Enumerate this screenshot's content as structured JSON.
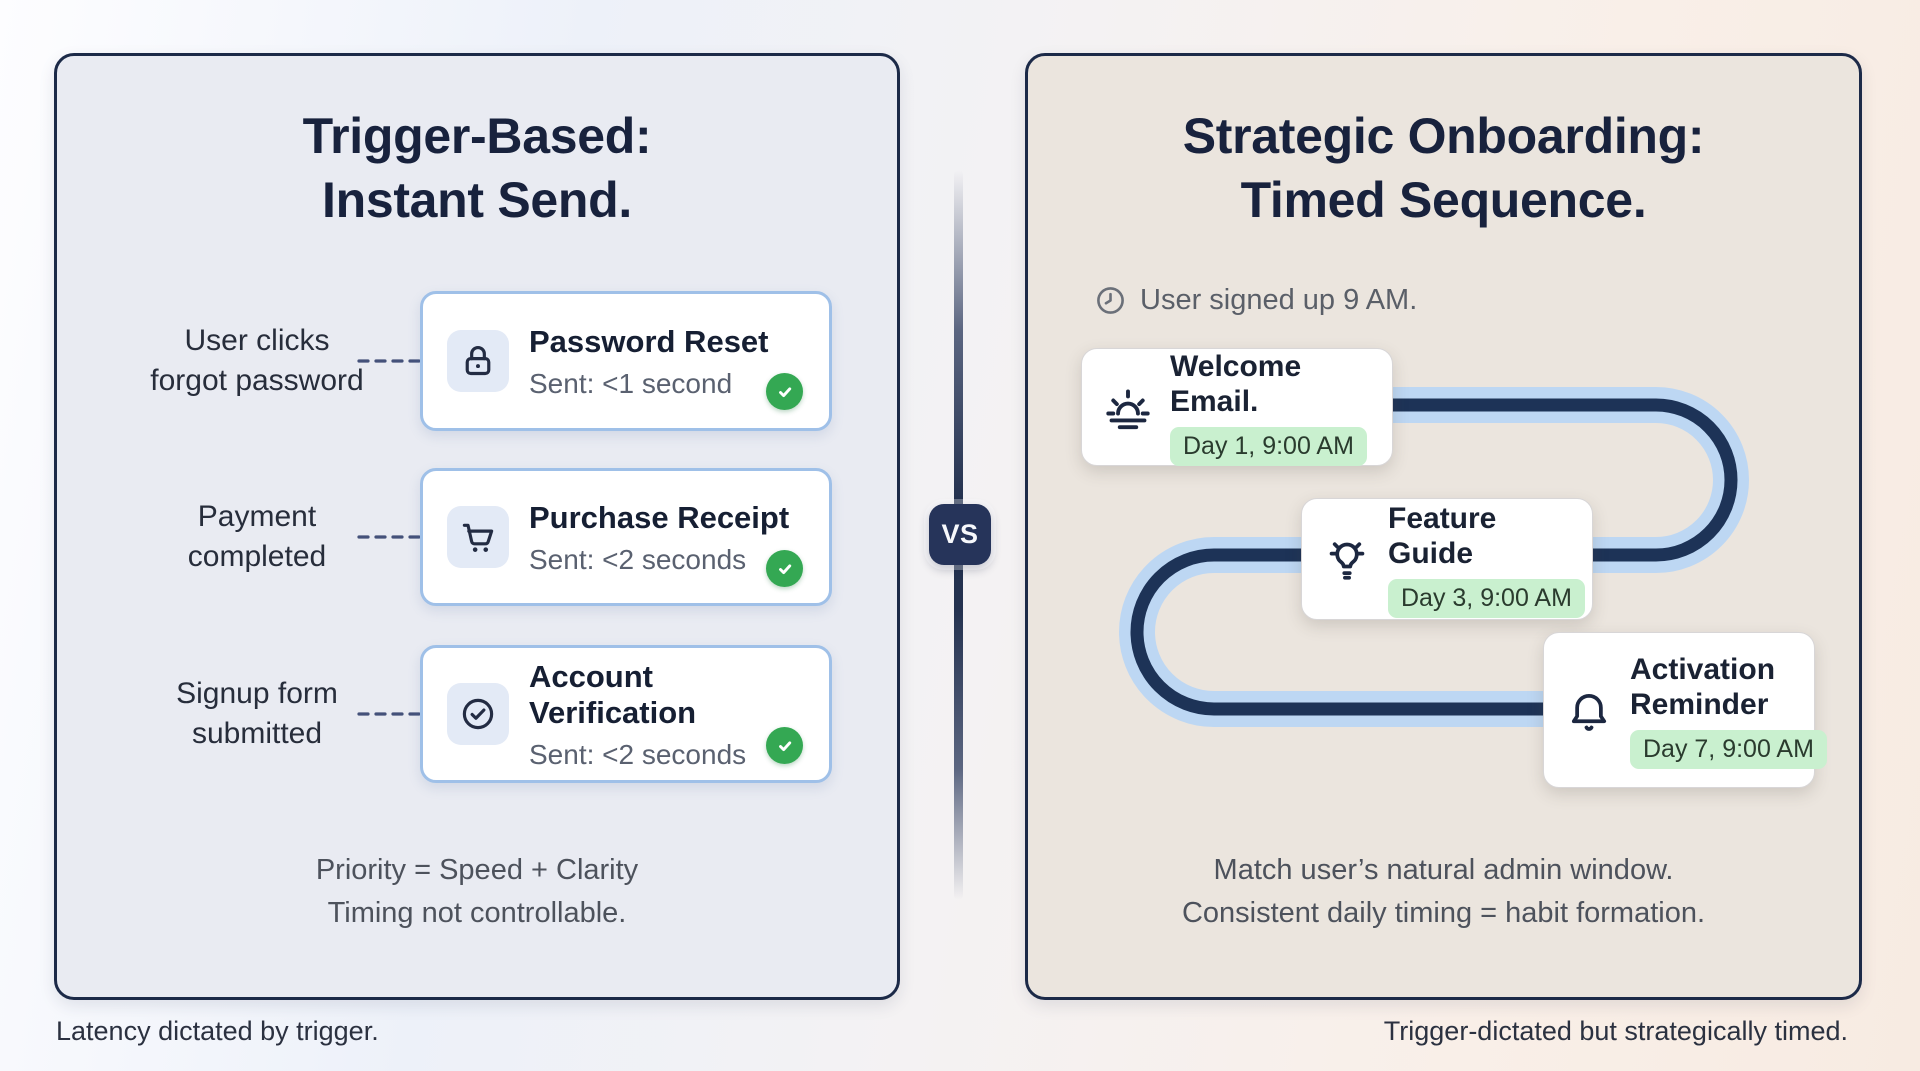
{
  "left_panel": {
    "title_line1": "Trigger-Based:",
    "title_line2": "Instant Send.",
    "rows": [
      {
        "trigger_line1": "User clicks",
        "trigger_line2": "forgot password",
        "icon": "lock-icon",
        "card_title": "Password Reset",
        "card_status": "Sent: <1 second"
      },
      {
        "trigger_line1": "Payment",
        "trigger_line2": "completed",
        "icon": "shopping-cart-icon",
        "card_title": "Purchase Receipt",
        "card_status": "Sent: <2 seconds"
      },
      {
        "trigger_line1": "Signup form",
        "trigger_line2": "submitted",
        "icon": "check-circle-icon",
        "card_title": "Account Verification",
        "card_status": "Sent: <2 seconds"
      }
    ],
    "summary_line1": "Priority = Speed + Clarity",
    "summary_line2": "Timing not controllable."
  },
  "divider": {
    "vs_label": "VS"
  },
  "right_panel": {
    "title_line1": "Strategic Onboarding:",
    "title_line2": "Timed Sequence.",
    "signup_note": "User signed up 9 AM.",
    "signup_icon": "clock-icon",
    "steps": [
      {
        "title": "Welcome Email.",
        "badge": "Day 1, 9:00 AM",
        "icon": "sunrise-icon"
      },
      {
        "title": "Feature Guide",
        "badge": "Day 3, 9:00 AM",
        "icon": "lightbulb-icon"
      },
      {
        "title": "Activation Reminder",
        "badge": "Day 7, 9:00 AM",
        "icon": "bell-icon"
      }
    ],
    "summary_line1": "Match user’s natural admin window.",
    "summary_line2": "Consistent daily timing = habit formation."
  },
  "footers": {
    "left": "Latency dictated by trigger.",
    "right": "Trigger-dictated but strategically timed."
  },
  "colors": {
    "navy_border": "#1c2a48",
    "title_navy": "#18223d",
    "panel_left_bg": "#e9ebf2",
    "panel_right_bg": "#ebe5de",
    "card_border_blue": "#9fc0e8",
    "path_navy": "#1d3357",
    "path_light_blue": "#bdd7f3",
    "success_green": "#34a853",
    "badge_green_bg": "#c9f0cf",
    "badge_green_text": "#2a3b2e",
    "vs_badge_bg": "#26345a"
  }
}
